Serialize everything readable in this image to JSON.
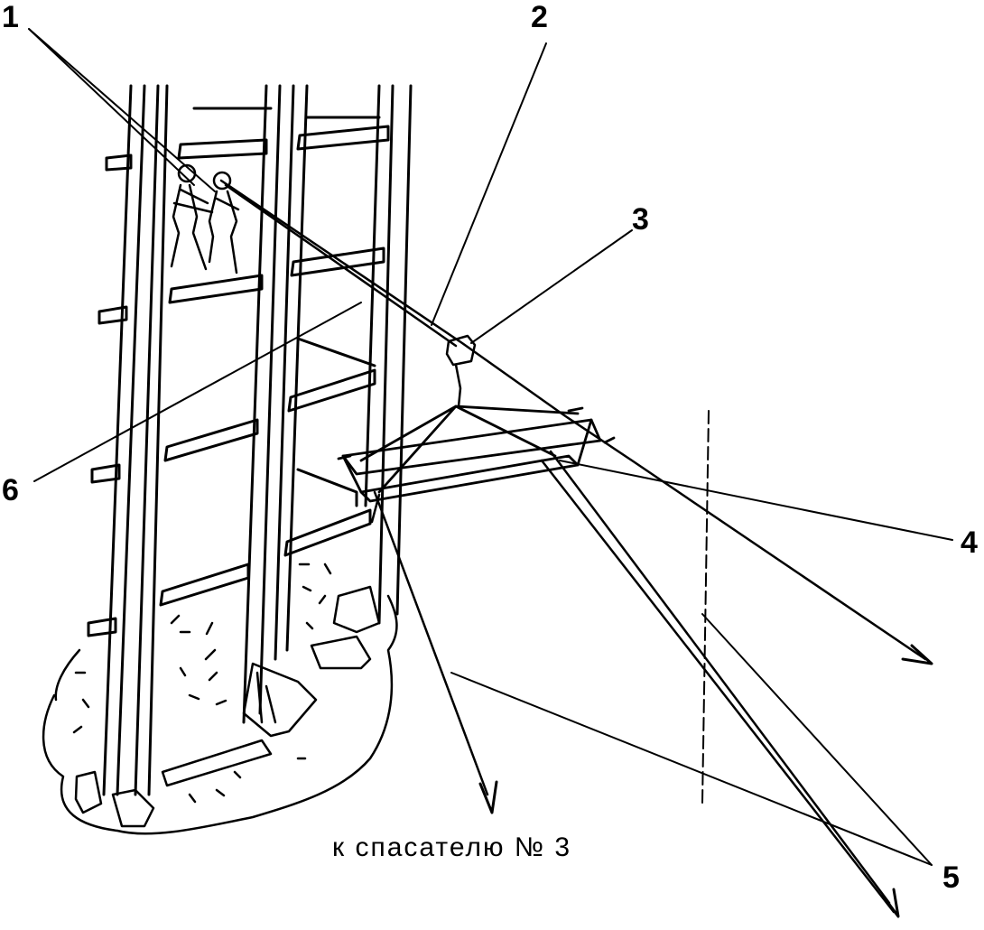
{
  "labels": {
    "n1": "1",
    "n2": "2",
    "n3": "3",
    "n4": "4",
    "n5": "5",
    "n6": "6"
  },
  "caption": "к спасателю № 3",
  "colors": {
    "ink": "#000000",
    "paper": "#ffffff"
  }
}
